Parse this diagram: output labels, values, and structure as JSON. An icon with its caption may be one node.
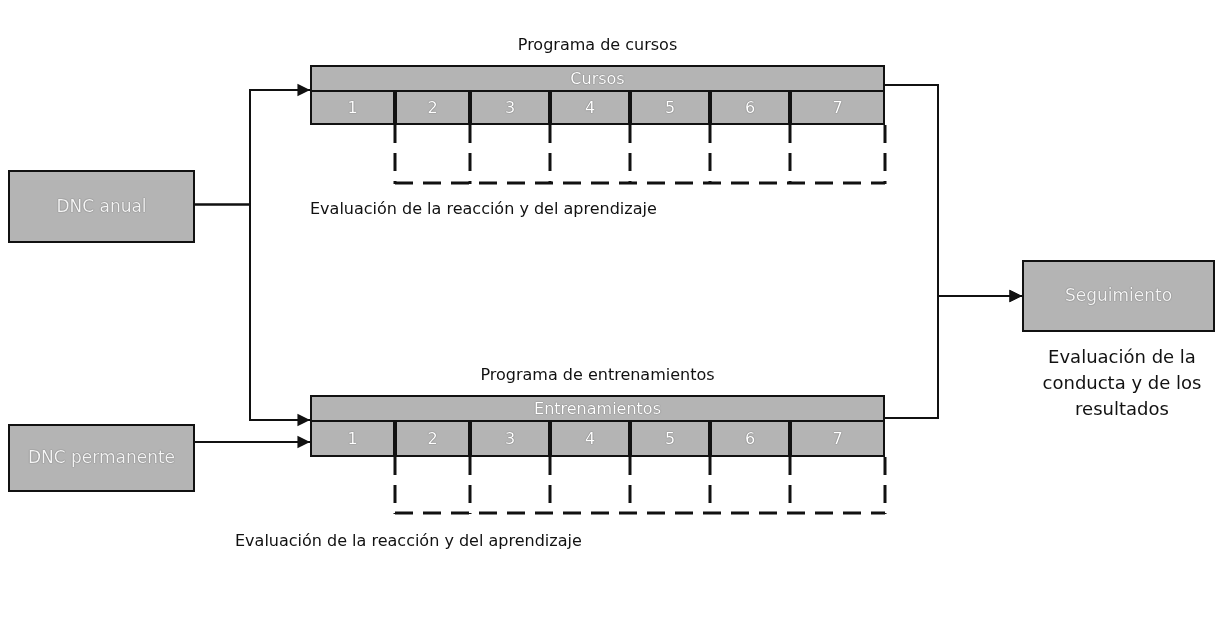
{
  "diagram": {
    "nodes": [
      {
        "text": [
          "DNC anual"
        ]
      },
      {
        "text": [
          "DNC permanente"
        ]
      },
      {
        "text": [
          "Programa de cursos",
          "Cursos"
        ],
        "beside": [
          "Evaluación de la reacción y del aprendizaje"
        ]
      },
      {
        "text": [
          "1"
        ],
        "in": 2
      },
      {
        "text": [
          "2"
        ],
        "in": 2
      },
      {
        "text": [
          "3"
        ],
        "in": 2
      },
      {
        "text": [
          "4"
        ],
        "in": 2
      },
      {
        "text": [
          "5"
        ],
        "in": 2
      },
      {
        "text": [
          "6"
        ],
        "in": 2
      },
      {
        "text": [
          "7"
        ],
        "in": 2
      },
      {
        "text": [
          "Programa de entrenamientos",
          "Entrenamientos"
        ],
        "beside": [
          "Evaluación de la reacción y del aprendizaje"
        ]
      },
      {
        "text": [
          "1"
        ],
        "in": 10
      },
      {
        "text": [
          "2"
        ],
        "in": 10
      },
      {
        "text": [
          "3"
        ],
        "in": 10
      },
      {
        "text": [
          "4"
        ],
        "in": 10
      },
      {
        "text": [
          "5"
        ],
        "in": 10
      },
      {
        "text": [
          "6"
        ],
        "in": 10
      },
      {
        "text": [
          "7"
        ],
        "in": 10
      },
      {
        "text": [
          "Seguimiento"
        ],
        "beside": [
          "Evaluación de la conducta y de los resultados"
        ]
      }
    ],
    "edges": [
      {
        "from": 0,
        "to": 2,
        "arrow": "to"
      },
      {
        "from": 0,
        "to": 10,
        "arrow": "to"
      },
      {
        "from": 1,
        "to": 10,
        "arrow": "to"
      },
      {
        "from": 2,
        "to": 18,
        "arrow": "to"
      },
      {
        "from": 10,
        "to": 18,
        "arrow": "to"
      }
    ]
  }
}
